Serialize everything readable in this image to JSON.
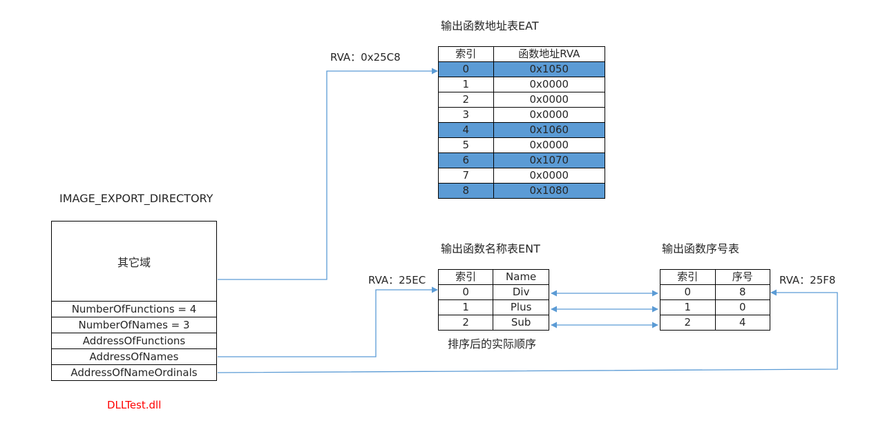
{
  "colors": {
    "highlight": "#5b9bd5",
    "arrow": "#5b9bd5",
    "filename": "#ff0000"
  },
  "export_directory": {
    "title": "IMAGE_EXPORT_DIRECTORY",
    "other_fields": "其它域",
    "fields": [
      "NumberOfFunctions = 4",
      "NumberOfNames = 3",
      "AddressOfFunctions",
      "AddressOfNames",
      "AddressOfNameOrdinals"
    ],
    "filename": "DLLTest.dll"
  },
  "eat": {
    "title": "输出函数地址表EAT",
    "rva": "RVA：0x25C8",
    "headers": [
      "索引",
      "函数地址RVA"
    ],
    "rows": [
      {
        "index": "0",
        "value": "0x1050",
        "highlight": true
      },
      {
        "index": "1",
        "value": "0x0000",
        "highlight": false
      },
      {
        "index": "2",
        "value": "0x0000",
        "highlight": false
      },
      {
        "index": "3",
        "value": "0x0000",
        "highlight": false
      },
      {
        "index": "4",
        "value": "0x1060",
        "highlight": true
      },
      {
        "index": "5",
        "value": "0x0000",
        "highlight": false
      },
      {
        "index": "6",
        "value": "0x1070",
        "highlight": true
      },
      {
        "index": "7",
        "value": "0x0000",
        "highlight": false
      },
      {
        "index": "8",
        "value": "0x1080",
        "highlight": true
      }
    ]
  },
  "ent": {
    "title": "输出函数名称表ENT",
    "rva": "RVA：25EC",
    "headers": [
      "索引",
      "Name"
    ],
    "rows": [
      {
        "index": "0",
        "value": "Div"
      },
      {
        "index": "1",
        "value": "Plus"
      },
      {
        "index": "2",
        "value": "Sub"
      }
    ],
    "note": "排序后的实际顺序"
  },
  "ordinals": {
    "title": "输出函数序号表",
    "rva": "RVA：25F8",
    "headers": [
      "索引",
      "序号"
    ],
    "rows": [
      {
        "index": "0",
        "value": "8"
      },
      {
        "index": "1",
        "value": "0"
      },
      {
        "index": "2",
        "value": "4"
      }
    ]
  }
}
